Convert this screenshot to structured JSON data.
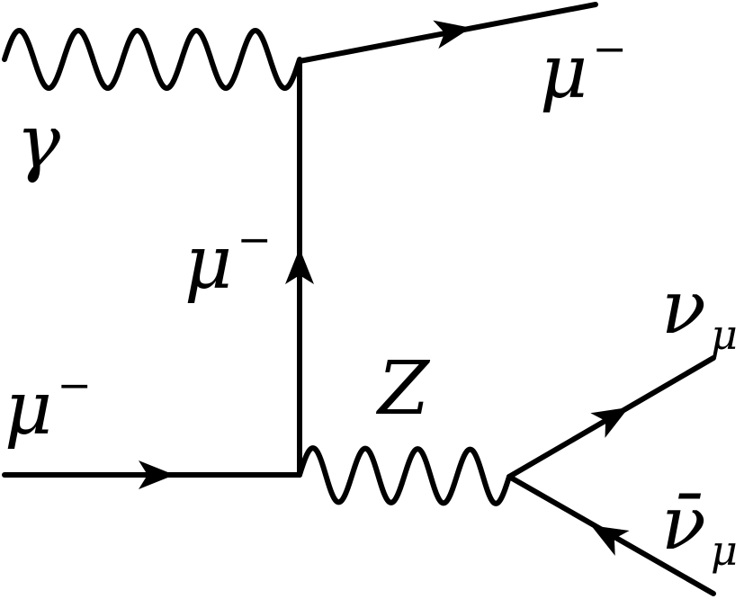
{
  "diagram": {
    "labels": {
      "photon": "γ",
      "muon_out": {
        "base": "μ",
        "sup": "−"
      },
      "muon_internal": {
        "base": "μ",
        "sup": "−"
      },
      "muon_in": {
        "base": "μ",
        "sup": "−"
      },
      "z_boson": "Z",
      "neutrino": {
        "base": "ν",
        "sub": "μ"
      },
      "antineutrino": {
        "base": "ν̄",
        "sub": "μ"
      }
    }
  }
}
